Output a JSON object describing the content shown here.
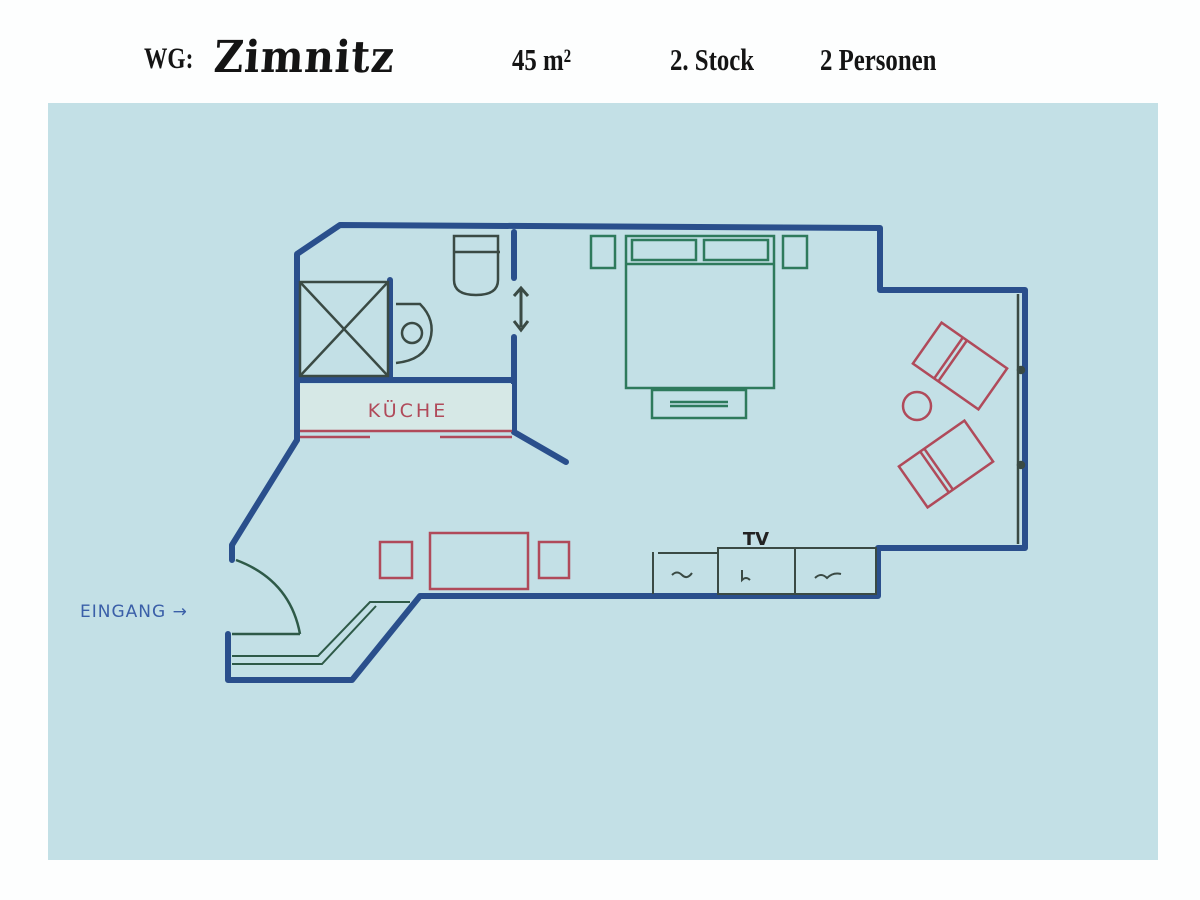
{
  "header": {
    "prefix": "WG:",
    "name": "Zimnitz",
    "area": "45 m²",
    "floor": "2. Stock",
    "persons": "2 Personen"
  },
  "plan": {
    "labels": {
      "kitchen": "KÜCHE",
      "entrance": "EINGANG →",
      "tv": "TV"
    },
    "colors": {
      "background": "#c3e0e6",
      "walls": "#2a4f8c",
      "bed_furniture": "#2e7a5c",
      "seating_furniture": "#b04a5a",
      "fixtures": "#3a4a44",
      "entrance_text": "#3a5fa8"
    },
    "rooms": [
      "Bad",
      "Küche",
      "Wohn-/Schlafraum",
      "Eingang"
    ],
    "furniture": [
      "Dusche",
      "Waschbecken",
      "WC",
      "Doppelbett",
      "Nachttische",
      "Sessel",
      "Beistelltisch",
      "Esstisch",
      "Stühle",
      "TV-Schrank",
      "Kleiderablage"
    ]
  }
}
